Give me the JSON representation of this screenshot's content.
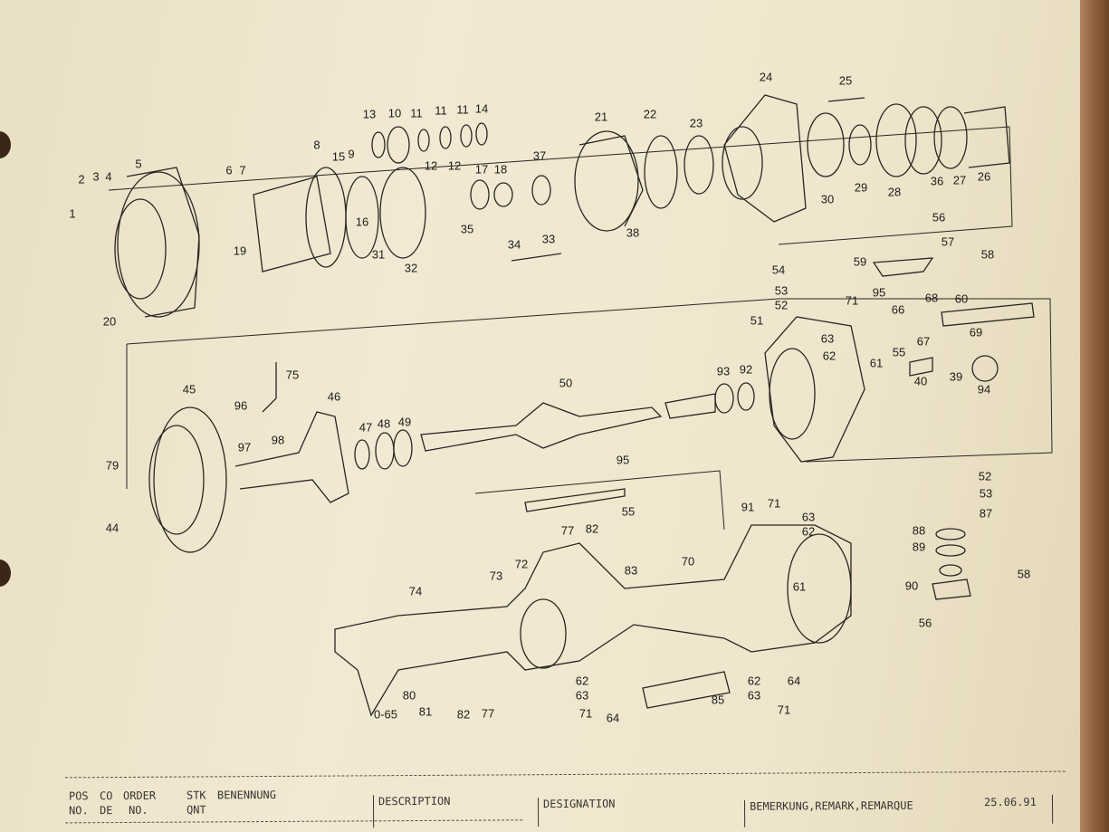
{
  "diagram": {
    "callouts": [
      "1",
      "2",
      "3",
      "4",
      "5",
      "6",
      "7",
      "8",
      "9",
      "15",
      "16",
      "19",
      "20",
      "13",
      "10",
      "11",
      "11",
      "11",
      "14",
      "12",
      "12",
      "31",
      "32",
      "35",
      "17",
      "18",
      "37",
      "34",
      "33",
      "21",
      "22",
      "38",
      "23",
      "24",
      "25",
      "30",
      "29",
      "28",
      "36",
      "27",
      "26",
      "56",
      "57",
      "58",
      "59",
      "54",
      "53",
      "52",
      "51",
      "71",
      "95",
      "66",
      "68",
      "60",
      "67",
      "69",
      "63",
      "62",
      "55",
      "61",
      "40",
      "39",
      "94",
      "93",
      "92",
      "50",
      "45",
      "75",
      "96",
      "97",
      "98",
      "46",
      "47",
      "48",
      "49",
      "79",
      "44",
      "95",
      "55",
      "91",
      "71",
      "63",
      "62",
      "61",
      "52",
      "53",
      "87",
      "88",
      "89",
      "58",
      "90",
      "56",
      "77",
      "82",
      "72",
      "83",
      "73",
      "70",
      "74",
      "80",
      "81",
      "82",
      "77",
      "0-65",
      "62",
      "63",
      "71",
      "64",
      "85",
      "62",
      "63",
      "71",
      "64"
    ]
  },
  "footer": {
    "pos": "POS",
    "no": "NO.",
    "co": "CO",
    "de": "DE",
    "order": "ORDER",
    "order_no": "NO.",
    "stk": "STK",
    "qnt": "QNT",
    "benennung": "BENENNUNG",
    "description": "DESCRIPTION",
    "designation": "DESIGNATION",
    "remark": "BEMERKUNG,REMARK,REMARQUE",
    "date": "25.06.91"
  }
}
